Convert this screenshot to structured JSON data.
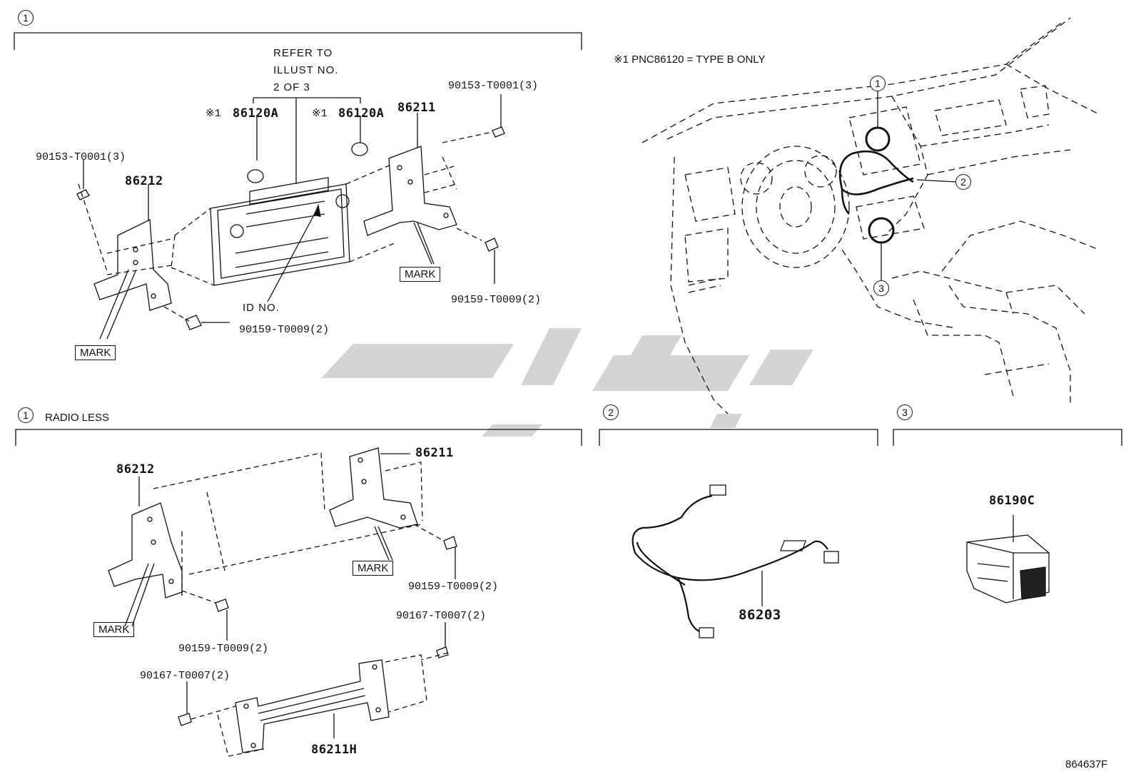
{
  "sections": {
    "radio": {
      "num": "1"
    },
    "radio_less": {
      "num": "1",
      "title": "RADIO LESS"
    },
    "harness": {
      "num": "2"
    },
    "switch": {
      "num": "3"
    }
  },
  "notes": {
    "refer": "REFER TO\nILLUST NO.\n2 OF 3",
    "type_note": "※1 PNC86120 = TYPE B ONLY",
    "id_no": "ID NO.",
    "diagram_id": "864637F"
  },
  "top_left": {
    "left_screw": "90153-T0001(3)",
    "right_screw": "90153-T0001(3)",
    "bracket_left": "86212",
    "bracket_right": "86211",
    "knob_a_mark": "※1",
    "knob_a": "86120A",
    "knob_b_mark": "※1",
    "knob_b": "86120A",
    "bolt_right": "90159-T0009(2)",
    "bolt_bottom": "90159-T0009(2)",
    "mark_left": "MARK",
    "mark_right": "MARK"
  },
  "bottom_left": {
    "bracket_left": "86212",
    "bracket_right": "86211",
    "bolt_right": "90159-T0009(2)",
    "bolt_bottom": "90159-T0009(2)",
    "screw_upper": "90167-T0007(2)",
    "screw_lower": "90167-T0007(2)",
    "bar": "86211H",
    "mark_left": "MARK",
    "mark_right": "MARK"
  },
  "overview": {
    "c1": "1",
    "c2": "2",
    "c3": "3"
  },
  "harness": {
    "part": "86203"
  },
  "switch": {
    "part": "86190C"
  },
  "watermark": {
    "color": "#d4d4d4"
  }
}
